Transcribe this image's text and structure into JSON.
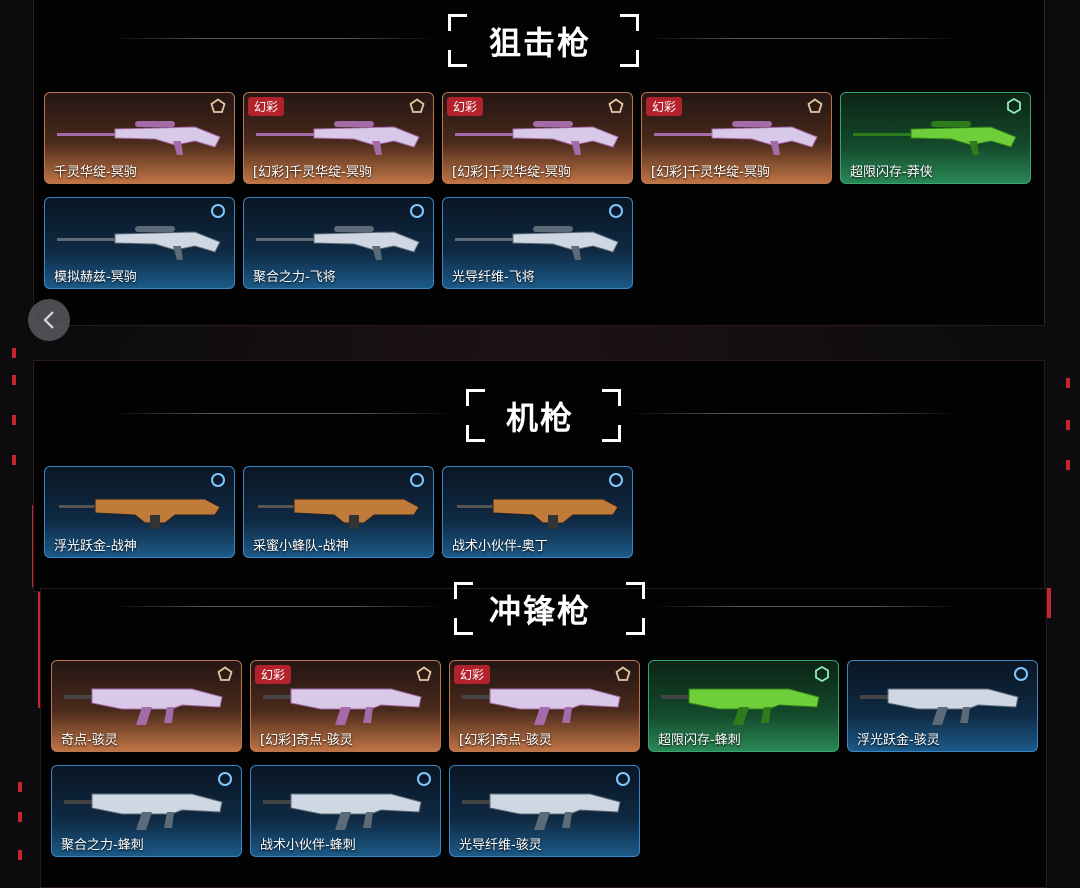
{
  "colors": {
    "accent_red": "#c4262b",
    "orange_frame": "#b8764f",
    "blue_frame": "#3a86c4",
    "green_frame": "#3aa46e"
  },
  "sections": [
    {
      "title": "狙击枪",
      "cards": [
        {
          "name": "千灵华绽-冥驹",
          "badge": "",
          "tier": "pentagon-icon",
          "rarity": "orange"
        },
        {
          "name": "[幻彩]千灵华绽-冥驹",
          "badge": "幻彩",
          "tier": "pentagon-icon",
          "rarity": "orange"
        },
        {
          "name": "[幻彩]千灵华绽-冥驹",
          "badge": "幻彩",
          "tier": "pentagon-icon",
          "rarity": "orange"
        },
        {
          "name": "[幻彩]千灵华绽-冥驹",
          "badge": "幻彩",
          "tier": "pentagon-icon",
          "rarity": "orange"
        },
        {
          "name": "超限闪存-莽侠",
          "badge": "",
          "tier": "hexagon-icon",
          "rarity": "green"
        },
        {
          "name": "模拟赫兹-冥驹",
          "badge": "",
          "tier": "circle-icon",
          "rarity": "blue"
        },
        {
          "name": "聚合之力-飞将",
          "badge": "",
          "tier": "circle-icon",
          "rarity": "blue"
        },
        {
          "name": "光导纤维-飞将",
          "badge": "",
          "tier": "circle-icon",
          "rarity": "blue"
        }
      ]
    },
    {
      "title": "机枪",
      "cards": [
        {
          "name": "浮光跃金-战神",
          "badge": "",
          "tier": "circle-icon",
          "rarity": "blue"
        },
        {
          "name": "采蜜小蜂队-战神",
          "badge": "",
          "tier": "circle-icon",
          "rarity": "blue"
        },
        {
          "name": "战术小伙伴-奥丁",
          "badge": "",
          "tier": "circle-icon",
          "rarity": "blue"
        }
      ]
    },
    {
      "title": "冲锋枪",
      "cards": [
        {
          "name": "奇点-骇灵",
          "badge": "",
          "tier": "pentagon-icon",
          "rarity": "orange"
        },
        {
          "name": "[幻彩]奇点-骇灵",
          "badge": "幻彩",
          "tier": "pentagon-icon",
          "rarity": "orange"
        },
        {
          "name": "[幻彩]奇点-骇灵",
          "badge": "幻彩",
          "tier": "pentagon-icon",
          "rarity": "orange"
        },
        {
          "name": "超限闪存-蜂刺",
          "badge": "",
          "tier": "hexagon-icon",
          "rarity": "green"
        },
        {
          "name": "浮光跃金-骇灵",
          "badge": "",
          "tier": "circle-icon",
          "rarity": "blue"
        },
        {
          "name": "聚合之力-蜂刺",
          "badge": "",
          "tier": "circle-icon",
          "rarity": "blue"
        },
        {
          "name": "战术小伙伴-蜂刺",
          "badge": "",
          "tier": "circle-icon",
          "rarity": "blue"
        },
        {
          "name": "光导纤维-骇灵",
          "badge": "",
          "tier": "circle-icon",
          "rarity": "blue"
        }
      ]
    }
  ],
  "nav": {
    "prev_icon": "chevron-left-icon"
  }
}
